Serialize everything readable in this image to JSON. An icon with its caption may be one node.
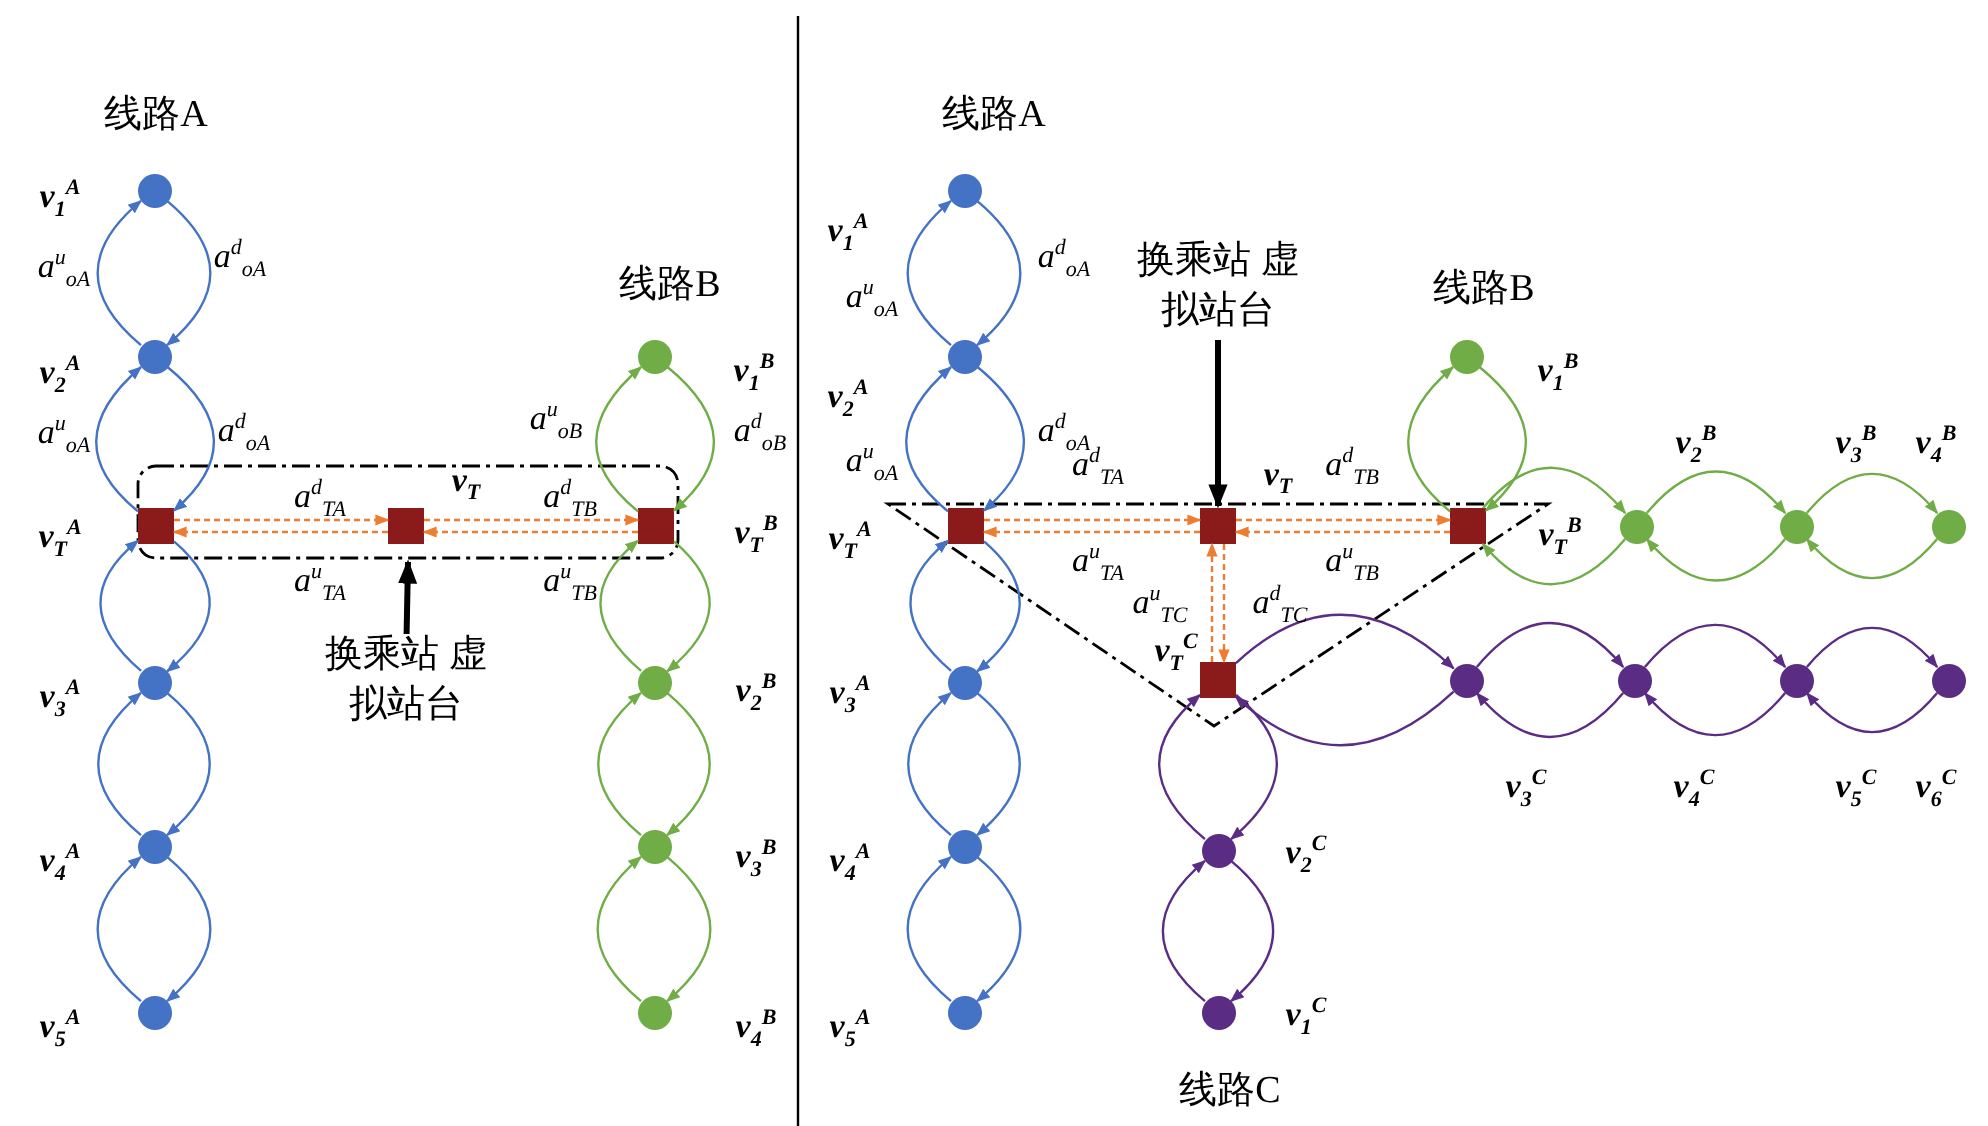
{
  "diagram": {
    "nodes": [
      {
        "text": [],
        "shape": "circle",
        "beside": [
          "v$_{1}$$^{A}$"
        ]
      },
      {
        "text": [],
        "shape": "circle",
        "beside": [
          "v$_{2}$$^{A}$"
        ]
      },
      {
        "text": [],
        "shape": "box"
      },
      {
        "text": [],
        "shape": "box",
        "in": 2,
        "beside": [
          "v$_{T}$$^{A}$"
        ]
      },
      {
        "text": [],
        "shape": "box",
        "in": 2,
        "beside": [
          "v$_{T}$"
        ]
      },
      {
        "text": [],
        "shape": "box",
        "in": 2,
        "beside": [
          "v$_{T}$$^{B}$"
        ]
      },
      {
        "text": [],
        "shape": "circle",
        "beside": [
          "v$_{3}$$^{A}$"
        ]
      },
      {
        "text": [],
        "shape": "circle",
        "beside": [
          "v$_{4}$$^{A}$"
        ]
      },
      {
        "text": [],
        "shape": "circle",
        "beside": [
          "v$_{5}$$^{A}$"
        ]
      },
      {
        "text": [],
        "shape": "circle",
        "beside": [
          "v$_{1}$$^{B}$"
        ]
      },
      {
        "text": [],
        "shape": "circle",
        "beside": [
          "v$_{2}$$^{B}$"
        ]
      },
      {
        "text": [],
        "shape": "circle",
        "beside": [
          "v$_{3}$$^{B}$"
        ]
      },
      {
        "text": [],
        "shape": "circle",
        "beside": [
          "v$_{4}$$^{B}$"
        ]
      },
      {
        "text": [
          "换乘站 虚拟站台"
        ]
      },
      {
        "text": [],
        "shape": "circle",
        "beside": [
          "v$_{1}$$^{A}$"
        ]
      },
      {
        "text": [],
        "shape": "circle",
        "beside": [
          "v$_{2}$$^{A}$"
        ]
      },
      {
        "text": [],
        "shape": "triangle"
      },
      {
        "text": [],
        "shape": "box",
        "in": 16,
        "beside": [
          "v$_{T}$$^{A}$"
        ]
      },
      {
        "text": [],
        "shape": "box",
        "in": 16,
        "beside": [
          "v$_{T}$"
        ]
      },
      {
        "text": [],
        "shape": "box",
        "in": 16,
        "beside": [
          "v$_{T}$$^{B}$"
        ]
      },
      {
        "text": [],
        "shape": "box",
        "in": 16,
        "beside": [
          "v$_{T}$$^{C}$"
        ]
      },
      {
        "text": [],
        "shape": "circle",
        "beside": [
          "v$_{3}$$^{A}$"
        ]
      },
      {
        "text": [],
        "shape": "circle",
        "beside": [
          "v$_{4}$$^{A}$"
        ]
      },
      {
        "text": [],
        "shape": "circle",
        "beside": [
          "v$_{5}$$^{A}$"
        ]
      },
      {
        "text": [],
        "shape": "circle",
        "beside": [
          "v$_{1}$$^{B}$"
        ]
      },
      {
        "text": [],
        "shape": "circle",
        "beside": [
          "v$_{2}$$^{B}$"
        ]
      },
      {
        "text": [],
        "shape": "circle",
        "beside": [
          "v$_{3}$$^{B}$"
        ]
      },
      {
        "text": [],
        "shape": "circle",
        "beside": [
          "v$_{4}$$^{B}$"
        ]
      },
      {
        "text": [],
        "shape": "circle",
        "beside": [
          "v$_{3}$$^{C}$"
        ]
      },
      {
        "text": [],
        "shape": "circle",
        "beside": [
          "v$_{4}$$^{C}$"
        ]
      },
      {
        "text": [],
        "shape": "circle",
        "beside": [
          "v$_{5}$$^{C}$"
        ]
      },
      {
        "text": [],
        "shape": "circle",
        "beside": [
          "v$_{6}$$^{C}$"
        ]
      },
      {
        "text": [],
        "shape": "circle",
        "beside": [
          "v$_{2}$$^{C}$"
        ]
      },
      {
        "text": [],
        "shape": "circle",
        "beside": [
          "v$_{1}$$^{C}$"
        ]
      },
      {
        "text": [
          "换乘站 虚拟站台"
        ]
      }
    ],
    "edges": [
      {
        "from": 0,
        "to": 1,
        "arrow": "to",
        "label": "a$^{d}$$_{oA}$"
      },
      {
        "from": 1,
        "to": 0,
        "arrow": "to",
        "label": "a$^{u}$$_{oA}$"
      },
      {
        "from": 1,
        "to": 3,
        "arrow": "to",
        "label": "a$^{d}$$_{oA}$"
      },
      {
        "from": 3,
        "to": 1,
        "arrow": "to",
        "label": "a$^{u}$$_{oA}$"
      },
      {
        "from": 3,
        "to": 6,
        "arrow": "to"
      },
      {
        "from": 6,
        "to": 3,
        "arrow": "to"
      },
      {
        "from": 6,
        "to": 7,
        "arrow": "to"
      },
      {
        "from": 7,
        "to": 6,
        "arrow": "to"
      },
      {
        "from": 7,
        "to": 8,
        "arrow": "to"
      },
      {
        "from": 8,
        "to": 7,
        "arrow": "to"
      },
      {
        "from": 9,
        "to": 5,
        "arrow": "to",
        "label": "a$^{d}$$_{oB}$",
        "color": "#70ad47"
      },
      {
        "from": 5,
        "to": 9,
        "arrow": "to",
        "label": "a$^{u}$$_{oB}$",
        "color": "#70ad47"
      },
      {
        "from": 5,
        "to": 10,
        "arrow": "to",
        "color": "#70ad47"
      },
      {
        "from": 10,
        "to": 5,
        "arrow": "to",
        "color": "#70ad47"
      },
      {
        "from": 10,
        "to": 11,
        "arrow": "to",
        "color": "#70ad47"
      },
      {
        "from": 11,
        "to": 10,
        "arrow": "to",
        "color": "#70ad47"
      },
      {
        "from": 11,
        "to": 12,
        "arrow": "to",
        "color": "#70ad47"
      },
      {
        "from": 12,
        "to": 11,
        "arrow": "to",
        "color": "#70ad47"
      },
      {
        "from": 3,
        "to": 4,
        "arrow": "to",
        "label": "a$^{d}$$_{TA}$",
        "style": "dashed",
        "color": "#ed7d31"
      },
      {
        "from": 4,
        "to": 3,
        "arrow": "to",
        "label": "a$^{u}$$_{TA}$",
        "style": "dashed",
        "color": "#ed7d31"
      },
      {
        "from": 4,
        "to": 5,
        "arrow": "to",
        "label": "a$^{d}$$_{TB}$",
        "style": "dashed",
        "color": "#ed7d31"
      },
      {
        "from": 5,
        "to": 4,
        "arrow": "to",
        "label": "a$^{u}$$_{TB}$",
        "style": "dashed",
        "color": "#ed7d31"
      },
      {
        "from": 13,
        "to": 2,
        "arrow": "to",
        "style": "thick",
        "color": "#000000"
      },
      {
        "from": 14,
        "to": 15,
        "arrow": "to",
        "label": "a$^{d}$$_{oA}$"
      },
      {
        "from": 15,
        "to": 14,
        "arrow": "to",
        "label": "a$^{u}$$_{oA}$"
      },
      {
        "from": 15,
        "to": 17,
        "arrow": "to",
        "label": "a$^{d}$$_{oA}$"
      },
      {
        "from": 17,
        "to": 15,
        "arrow": "to",
        "label": "a$^{u}$$_{oA}$"
      },
      {
        "from": 17,
        "to": 21,
        "arrow": "to"
      },
      {
        "from": 21,
        "to": 17,
        "arrow": "to"
      },
      {
        "from": 21,
        "to": 22,
        "arrow": "to"
      },
      {
        "from": 22,
        "to": 21,
        "arrow": "to"
      },
      {
        "from": 22,
        "to": 23,
        "arrow": "to"
      },
      {
        "from": 23,
        "to": 22,
        "arrow": "to"
      },
      {
        "from": 24,
        "to": 19,
        "arrow": "to",
        "color": "#70ad47"
      },
      {
        "from": 19,
        "to": 24,
        "arrow": "to",
        "color": "#70ad47"
      },
      {
        "from": 19,
        "to": 25,
        "arrow": "to",
        "color": "#70ad47"
      },
      {
        "from": 25,
        "to": 19,
        "arrow": "to",
        "color": "#70ad47"
      },
      {
        "from": 25,
        "to": 26,
        "arrow": "to",
        "color": "#70ad47"
      },
      {
        "from": 26,
        "to": 25,
        "arrow": "to",
        "color": "#70ad47"
      },
      {
        "from": 26,
        "to": 27,
        "arrow": "to",
        "color": "#70ad47"
      },
      {
        "from": 27,
        "to": 26,
        "arrow": "to",
        "color": "#70ad47"
      },
      {
        "from": 20,
        "to": 28,
        "arrow": "to",
        "color": "#5b2c83"
      },
      {
        "from": 28,
        "to": 20,
        "arrow": "to",
        "color": "#5b2c83"
      },
      {
        "from": 28,
        "to": 29,
        "arrow": "to",
        "color": "#5b2c83"
      },
      {
        "from": 29,
        "to": 28,
        "arrow": "to",
        "color": "#5b2c83"
      },
      {
        "from": 29,
        "to": 30,
        "arrow": "to",
        "color": "#5b2c83"
      },
      {
        "from": 30,
        "to": 29,
        "arrow": "to",
        "color": "#5b2c83"
      },
      {
        "from": 30,
        "to": 31,
        "arrow": "to",
        "color": "#5b2c83"
      },
      {
        "from": 31,
        "to": 30,
        "arrow": "to",
        "color": "#5b2c83"
      },
      {
        "from": 20,
        "to": 32,
        "arrow": "to",
        "color": "#5b2c83"
      },
      {
        "from": 32,
        "to": 20,
        "arrow": "to",
        "color": "#5b2c83"
      },
      {
        "from": 32,
        "to": 33,
        "arrow": "to",
        "color": "#5b2c83"
      },
      {
        "from": 33,
        "to": 32,
        "arrow": "to",
        "color": "#5b2c83"
      },
      {
        "from": 17,
        "to": 18,
        "arrow": "to",
        "label": "a$^{d}$$_{TA}$",
        "style": "dashed",
        "color": "#ed7d31"
      },
      {
        "from": 18,
        "to": 17,
        "arrow": "to",
        "label": "a$^{u}$$_{TA}$",
        "style": "dashed",
        "color": "#ed7d31"
      },
      {
        "from": 18,
        "to": 19,
        "arrow": "to",
        "label": "a$^{d}$$_{TB}$",
        "style": "dashed",
        "color": "#ed7d31"
      },
      {
        "from": 19,
        "to": 18,
        "arrow": "to",
        "label": "a$^{u}$$_{TB}$",
        "style": "dashed",
        "color": "#ed7d31"
      },
      {
        "from": 18,
        "to": 20,
        "arrow": "to",
        "label": "a$^{d}$$_{TC}$",
        "style": "dashed",
        "color": "#ed7d31"
      },
      {
        "from": 20,
        "to": 18,
        "arrow": "to",
        "label": "a$^{u}$$_{TC}$",
        "style": "dashed",
        "color": "#ed7d31"
      },
      {
        "from": 34,
        "to": 18,
        "arrow": "to",
        "style": "thick",
        "color": "#000000"
      }
    ],
    "labels": [
      "线路A",
      "线路B",
      "线路A",
      "线路B",
      "线路C"
    ]
  }
}
